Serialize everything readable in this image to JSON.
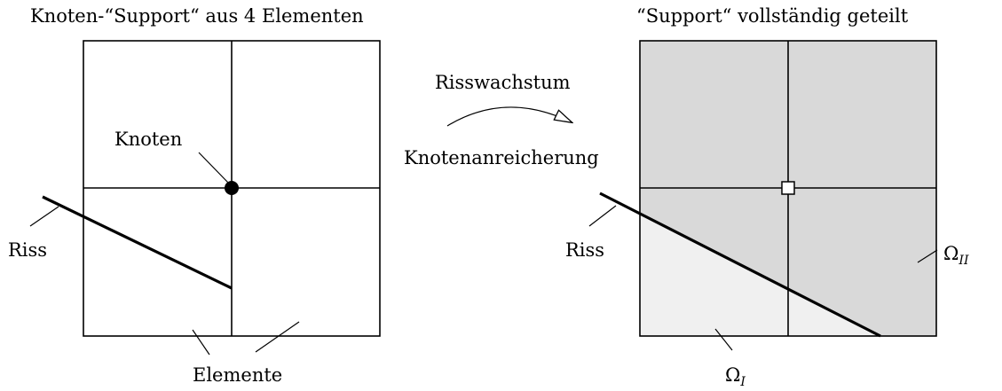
{
  "left_panel": {
    "title": "Knoten-“Support“ aus 4 Elementen",
    "node_label": "Knoten",
    "crack_label": "Riss",
    "elements_label": "Elemente"
  },
  "middle": {
    "top_label": "Risswachstum",
    "bottom_label": "Knotenanreicherung"
  },
  "right_panel": {
    "title": "“Support“ vollständig geteilt",
    "crack_label": "Riss",
    "omega_I": "Ω",
    "omega_I_sub": "I",
    "omega_II": "Ω",
    "omega_II_sub": "II"
  },
  "colors": {
    "region_II": "#d9d9d9",
    "region_I": "#f0f0f0",
    "lines": "#000000"
  }
}
